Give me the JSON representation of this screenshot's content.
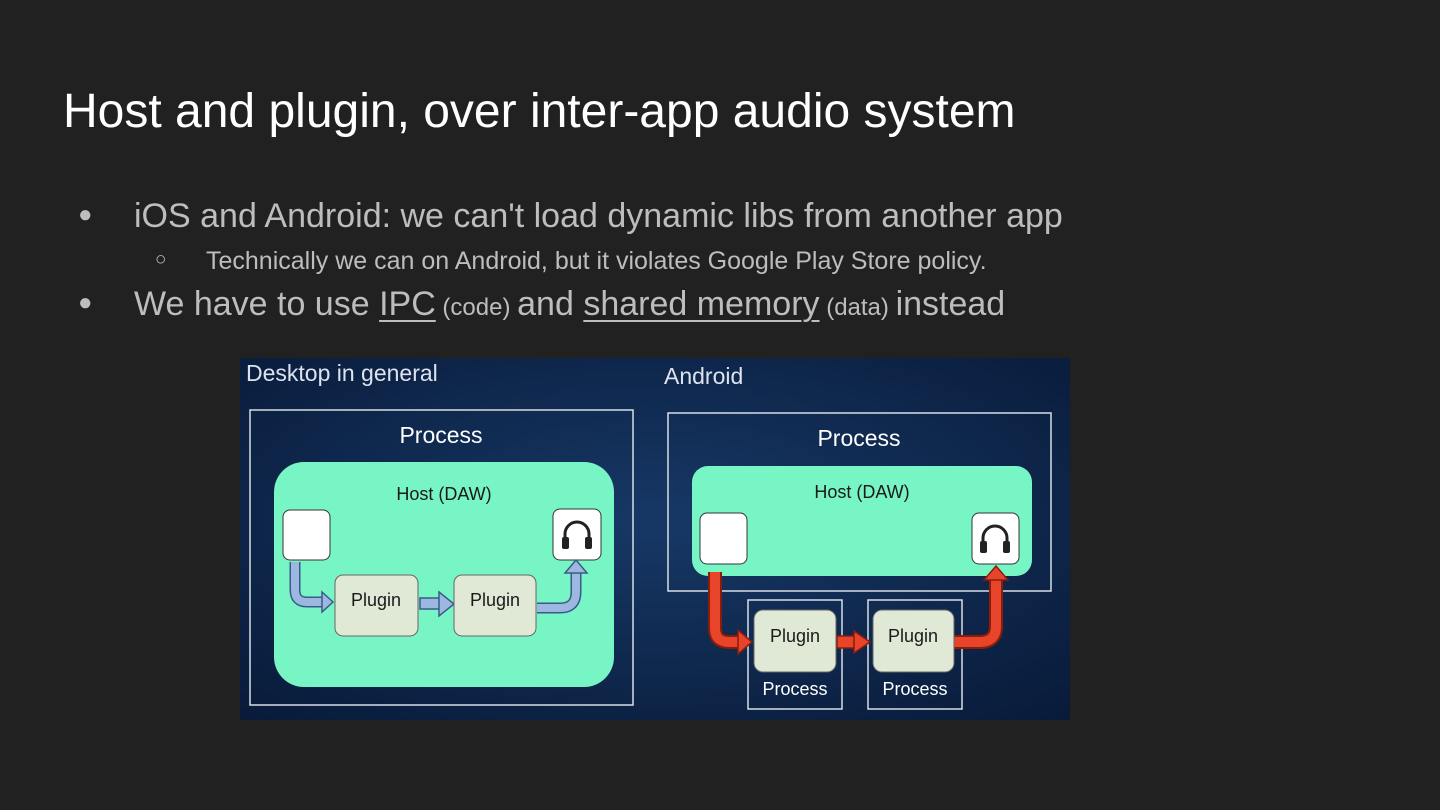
{
  "slide": {
    "title": "Host and plugin, over inter-app audio system",
    "bullets": [
      {
        "text": "iOS and Android: we can't load dynamic libs from another app"
      },
      {
        "text": "Technically we can on Android, but it violates Google Play Store policy."
      }
    ],
    "bullet2": {
      "pre": "We have to use ",
      "ipc": "IPC",
      "code": " (code) ",
      "mid": "and ",
      "shared": "shared memory",
      "data": " (data) ",
      "post": "instead"
    },
    "markers": {
      "bullet": "●",
      "sub_bullet": "○"
    }
  },
  "diagram": {
    "desktop": {
      "heading": "Desktop in general",
      "process_label": "Process",
      "host_label": "Host (DAW)",
      "plugin1": "Plugin",
      "plugin2": "Plugin"
    },
    "android": {
      "heading": "Android",
      "process_label": "Process",
      "host_label": "Host (DAW)",
      "plugin1": "Plugin",
      "plugin1_process": "Process",
      "plugin2": "Plugin",
      "plugin2_process": "Process"
    },
    "colors": {
      "background": "#0c2246",
      "host_fill": "#78f5c4",
      "plugin_fill": "#dfe9d6",
      "desktop_arrow": "#9cb8e0",
      "android_arrow": "#e8442a"
    },
    "icons": [
      "headphones-icon"
    ]
  }
}
